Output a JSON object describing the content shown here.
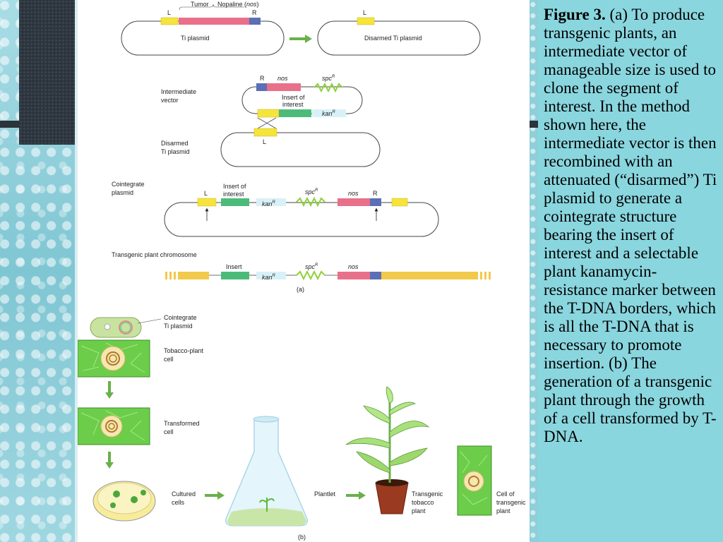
{
  "caption": {
    "title": "Figure 3.",
    "body": "(a) To produce transgenic plants, an intermediate vector of manageable size is used to clone the segment of interest. In the method shown here, the intermediate vector is then recombined with an attenuated (“disarmed”) Ti plasmid to generate a cointegrate structure bearing the insert of interest and a selectable plant kanamycin-resistance marker between the T-DNA borders, which is all the T-DNA that is necessary to promote insertion. (b) The generation of a transgenic plant through the growth of a cell transformed by T-DNA."
  },
  "panel_a": {
    "ti_plasmid": {
      "label": "Ti plasmid",
      "L": "L",
      "tumor": "Tumor",
      "nopaline": "Nopaline (",
      "nos_italic": "nos",
      "close": ")",
      "R": "R"
    },
    "disarmed_ti": {
      "label": "Disarmed Ti plasmid",
      "L": "L"
    },
    "intermediate": {
      "label1": "Intermediate",
      "label2": "vector",
      "R": "R",
      "nos": "nos",
      "spc": "spc",
      "spc_sup": "R",
      "insert1": "Insert of",
      "insert2": "interest",
      "kan": "kan",
      "kan_sup": "R"
    },
    "disarmed_lower": {
      "label1": "Disarmed",
      "label2": "Ti plasmid",
      "L": "L"
    },
    "cointegrate": {
      "label1": "Cointegrate",
      "label2": "plasmid",
      "L": "L",
      "insert1": "Insert of",
      "insert2": "interest",
      "kan": "kan",
      "kan_sup": "R",
      "spc": "spc",
      "spc_sup": "R",
      "nos": "nos",
      "R": "R"
    },
    "chromosome": {
      "label": "Transgenic plant chromosome",
      "insert": "Insert",
      "kan": "kan",
      "kan_sup": "R",
      "spc": "spc",
      "spc_sup": "R",
      "nos": "nos"
    },
    "panel_label": "(a)"
  },
  "panel_b": {
    "cointegrate1": "Cointegrate",
    "cointegrate2": "Ti plasmid",
    "tobacco1": "Tobacco-plant",
    "tobacco2": "cell",
    "transformed1": "Transformed",
    "transformed2": "cell",
    "cultured1": "Cultured",
    "cultured2": "cells",
    "plantlet": "Plantlet",
    "tplant1": "Transgenic",
    "tplant2": "tobacco",
    "tplant3": "plant",
    "cell1": "Cell of",
    "cell2": "transgenic",
    "cell3": "plant",
    "panel_label": "(b)"
  },
  "colors": {
    "yellow": "#f5e43a",
    "pink": "#e8708a",
    "blue": "#5a6fb5",
    "green": "#4cbb7a",
    "spc": "#8fd13a",
    "kan_bg": "#d8f1f7",
    "cell_green": "#6ccd4a",
    "chromosome": "#f2c94a"
  }
}
